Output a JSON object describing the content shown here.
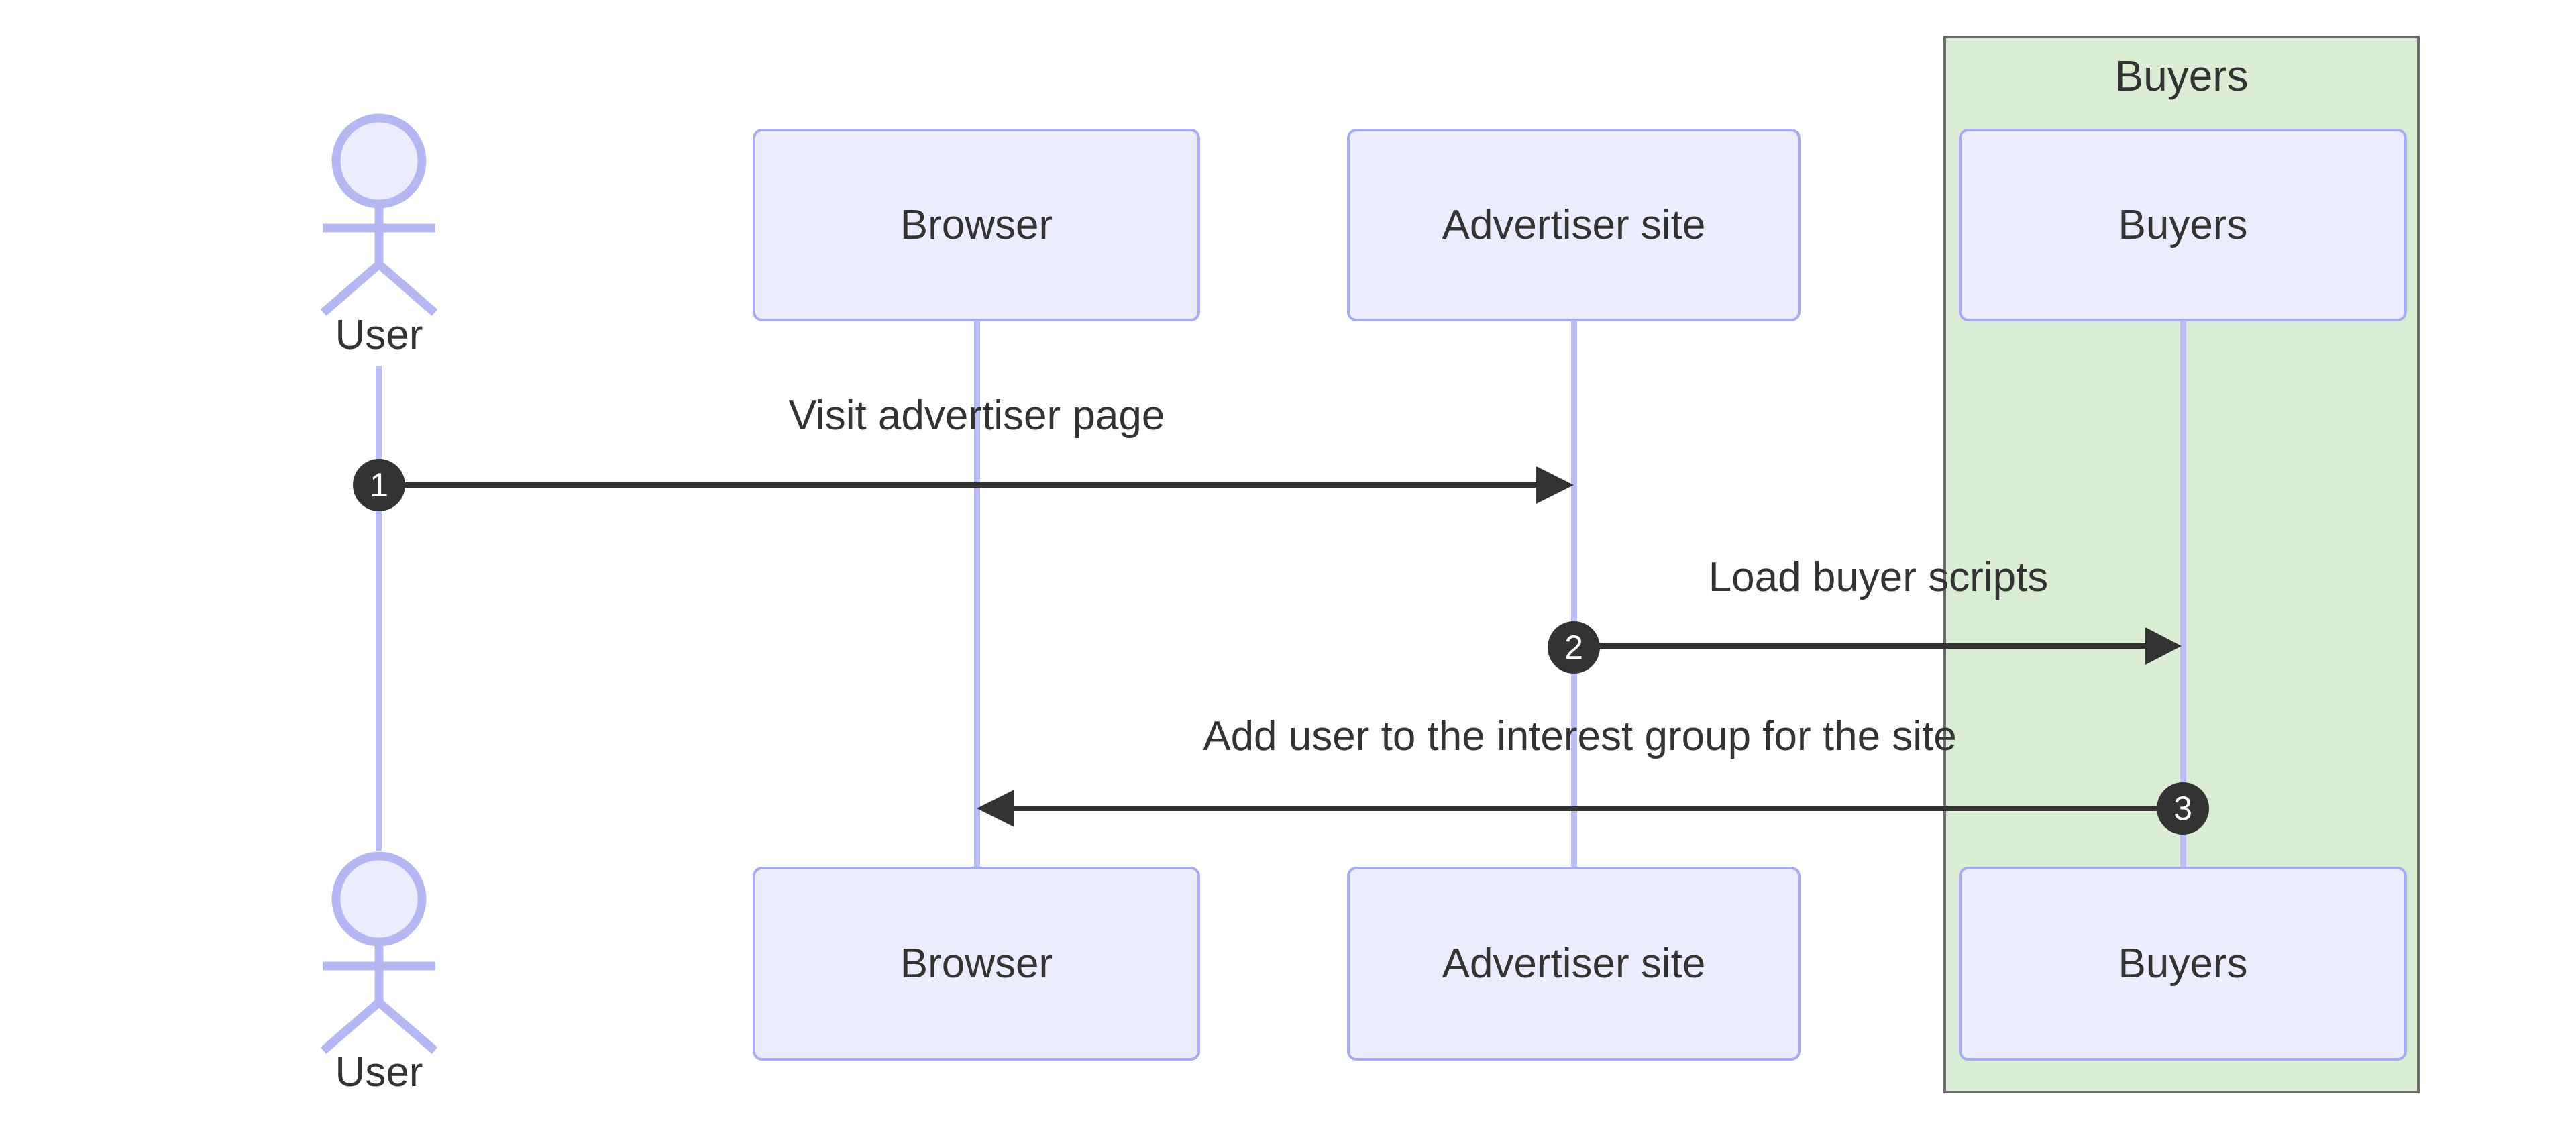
{
  "participants": [
    {
      "id": "user",
      "type": "actor",
      "label": "User"
    },
    {
      "id": "browser",
      "type": "participant",
      "label": "Browser"
    },
    {
      "id": "advertiser",
      "type": "participant",
      "label": "Advertiser site"
    },
    {
      "id": "buyers",
      "type": "participant",
      "label": "Buyers"
    }
  ],
  "group_box": {
    "label": "Buyers",
    "fill": "#DCEDD6",
    "border": "#6D6D6D"
  },
  "messages": [
    {
      "number": "1",
      "from": "User",
      "to": "Advertiser site",
      "label": "Visit advertiser page"
    },
    {
      "number": "2",
      "from": "Advertiser site",
      "to": "Buyers",
      "label": "Load buyer scripts"
    },
    {
      "number": "3",
      "from": "Buyers",
      "to": "Browser",
      "label": "Add user to the interest group for the site"
    }
  ],
  "colors": {
    "background": "#FFFFFF",
    "participant_fill": "#ECECFF",
    "participant_border": "#A9ABF2",
    "lifeline": "#BBBDF5",
    "actor_stroke": "#B5B7F2",
    "arrow": "#333333",
    "text": "#333333",
    "number_bg": "#333333",
    "number_text": "#FFFFFF",
    "group_fill": "#DCEDD6",
    "group_border": "#6D6D6D"
  }
}
